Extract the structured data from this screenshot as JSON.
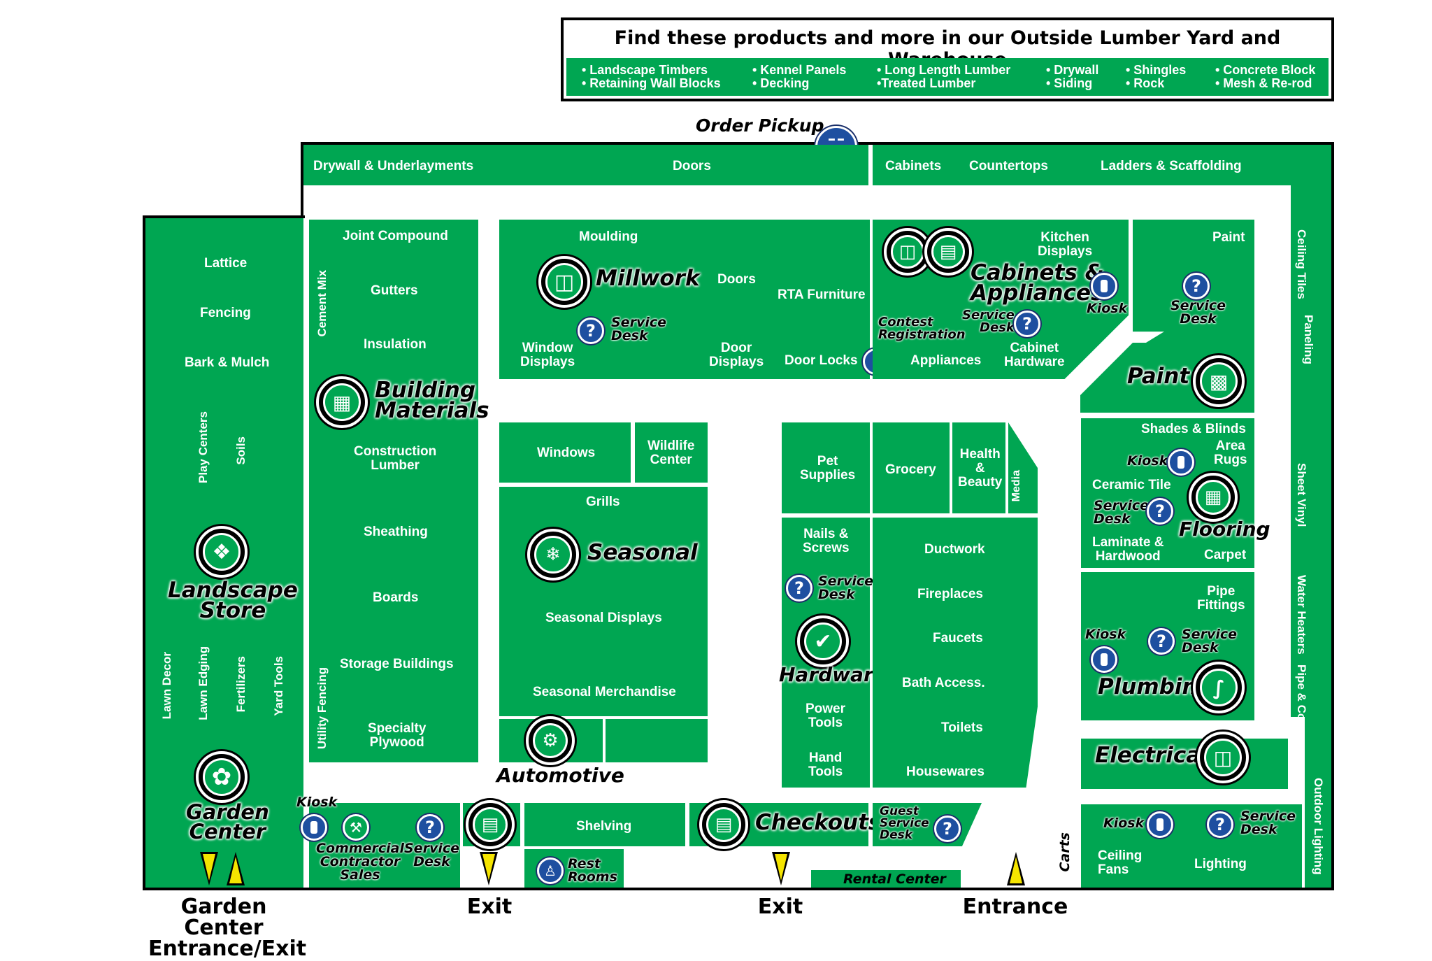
{
  "banner": {
    "title": "Find these products and more in our Outside Lumber Yard and Warehouse",
    "columns": [
      [
        "• Landscape Timbers",
        "• Retaining Wall Blocks"
      ],
      [
        "• Kennel Panels",
        "• Decking"
      ],
      [
        "• Long Length Lumber",
        "•Treated Lumber"
      ],
      [
        "• Drywall",
        "• Siding"
      ],
      [
        "• Shingles",
        "• Rock"
      ],
      [
        "• Concrete Block",
        "• Mesh & Re-rod"
      ]
    ]
  },
  "labels": {
    "order_pickup": "Order Pickup",
    "drywall_underlayments": "Drywall & Underlayments",
    "doors_top": "Doors",
    "cabinets": "Cabinets",
    "countertops": "Countertops",
    "ladders": "Ladders & Scaffolding",
    "ceiling_tiles": "Ceiling\nTiles",
    "paneling": "Paneling",
    "sheet_vinyl": "Sheet\nVinyl",
    "water_heaters": "Water\nHeaters",
    "pipe_conduit": "Pipe &\nConduit",
    "outdoor_lighting": "Outdoor Lighting",
    "lattice": "Lattice",
    "fencing": "Fencing",
    "bark_mulch": "Bark & Mulch",
    "play_centers": "Play Centers",
    "soils": "Soils",
    "lawn_decor": "Lawn Decor",
    "lawn_edging": "Lawn Edging",
    "fertilizers": "Fertilizers",
    "yard_tools": "Yard Tools",
    "joint_compound": "Joint Compound",
    "cement_mix": "Cement Mix",
    "gutters": "Gutters",
    "insulation": "Insulation",
    "construction_lumber": "Construction\nLumber",
    "sheathing": "Sheathing",
    "boards": "Boards",
    "storage_buildings": "Storage Buildings",
    "utility_fencing": "Utility Fencing",
    "specialty_plywood": "Specialty\nPlywood",
    "moulding": "Moulding",
    "doors_mill": "Doors",
    "rta_furniture": "RTA Furniture",
    "window_displays": "Window\nDisplays",
    "door_displays": "Door\nDisplays",
    "door_locks": "Door Locks",
    "kitchen_displays": "Kitchen\nDisplays",
    "contest_registration": "Contest\nRegistration",
    "appliances": "Appliances",
    "cabinet_hardware": "Cabinet\nHardware",
    "paint_small": "Paint",
    "windows": "Windows",
    "wildlife_center": "Wildlife\nCenter",
    "grills": "Grills",
    "seasonal_displays": "Seasonal Displays",
    "seasonal_merchandise": "Seasonal Merchandise",
    "pet_supplies": "Pet\nSupplies",
    "grocery": "Grocery",
    "health_beauty": "Health\n&\nBeauty",
    "media": "Media",
    "nails_screws": "Nails &\nScrews",
    "power_tools": "Power\nTools",
    "hand_tools": "Hand\nTools",
    "ductwork": "Ductwork",
    "fireplaces": "Fireplaces",
    "faucets": "Faucets",
    "bath_access": "Bath Access.",
    "toilets": "Toilets",
    "housewares": "Housewares",
    "shades_blinds": "Shades & Blinds",
    "area_rugs": "Area\nRugs",
    "ceramic_tile": "Ceramic Tile",
    "laminate_hardwood": "Laminate &\nHardwood",
    "carpet": "Carpet",
    "pipe_fittings": "Pipe\nFittings",
    "shelving": "Shelving",
    "rest_rooms": "Rest\nRooms",
    "rental_center": "Rental Center",
    "ceiling_fans": "Ceiling\nFans",
    "lighting": "Lighting",
    "carts": "Carts",
    "guest_service_desk": "Guest\nService\nDesk",
    "commercial_contractor_sales": "Commercial\nContractor\nSales",
    "kiosk": "Kiosk",
    "service_desk": "Service\nDesk"
  },
  "departments": {
    "landscape_store": "Landscape\nStore",
    "garden_center": "Garden\nCenter",
    "building_materials": "Building\nMaterials",
    "millwork": "Millwork",
    "cabinets_appliances": "Cabinets &\nAppliances",
    "paint": "Paint",
    "flooring": "Flooring",
    "seasonal": "Seasonal",
    "automotive": "Automotive",
    "hardware": "Hardware",
    "plumbing": "Plumbing",
    "electrical": "Electrical",
    "checkouts": "Checkouts"
  },
  "entrances": {
    "garden_center": "Garden Center\nEntrance/Exit",
    "exit_left": "Exit",
    "exit_right": "Exit",
    "entrance": "Entrance"
  },
  "icons": {
    "info_glyph": "?",
    "colors": {
      "green": "#00a652",
      "blue": "#1e4fa0",
      "yellow": "#f5e400"
    }
  }
}
